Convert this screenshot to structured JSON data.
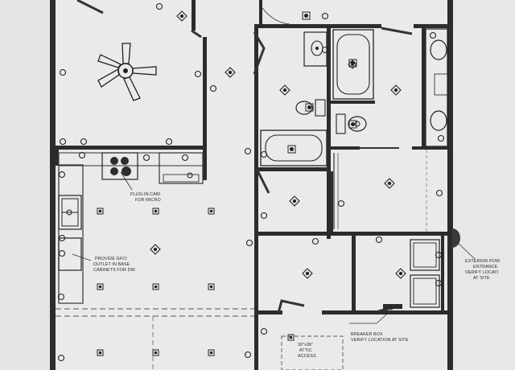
{
  "plan": {
    "notes": {
      "plug_in_cabinet": [
        "PLUG-IN CABI",
        "FOR MICRO"
      ],
      "gfci": [
        "PROVIDE GFCI",
        "OUTLET IN BASE",
        "CABINETS FOR DW"
      ],
      "exterior_power": [
        "EXTERIOR POW",
        "ENTRANCE",
        "VERIFY LOCATI",
        "AT SITE"
      ],
      "breaker_box": [
        "BREAKER BOX",
        "VERIFY LOCATION AT SITE"
      ],
      "attic_access": [
        "30\"x36\"",
        "ATTIC",
        "ACCESS"
      ]
    },
    "colors": {
      "paper": "#e9eaec",
      "wall": "#2c2c2e",
      "line": "#3a3a3a"
    }
  }
}
